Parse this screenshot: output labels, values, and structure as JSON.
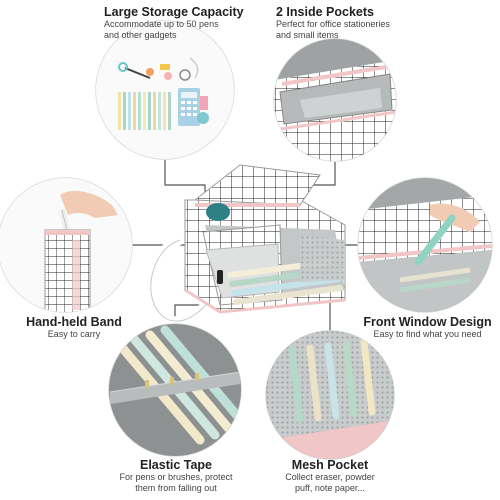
{
  "features": {
    "storage": {
      "title": "Large Storage Capacity",
      "subtitle": "Accommodate up to 50 pens\nand other gadgets"
    },
    "pockets": {
      "title": "2 Inside Pockets",
      "subtitle": "Perfect for office stationeries\nand small items"
    },
    "band": {
      "title": "Hand-held Band",
      "subtitle": "Easy to carry"
    },
    "window": {
      "title": "Front Window Design",
      "subtitle": "Easy to find what you need"
    },
    "elastic": {
      "title": "Elastic Tape",
      "subtitle": "For pens or brushes, protect\nthem from falling out"
    },
    "mesh": {
      "title": "Mesh Pocket",
      "subtitle": "Collect eraser, powder\npuff, note paper..."
    }
  },
  "colors": {
    "pink_accent": "#f0c6c6",
    "grid_line": "#222222",
    "lining_gray": "#b9bcbc",
    "circle_border": "#d9d9d9"
  }
}
